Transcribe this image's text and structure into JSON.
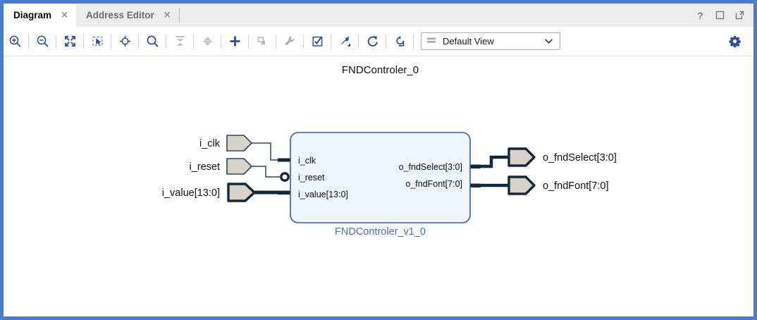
{
  "window": {
    "controls": [
      {
        "name": "help-button",
        "glyph": "?",
        "title": "Help"
      },
      {
        "name": "maximize-button",
        "glyph": "square",
        "title": "Maximize"
      },
      {
        "name": "float-button",
        "glyph": "float",
        "title": "Float"
      }
    ]
  },
  "tabs": [
    {
      "label": "Diagram",
      "active": true,
      "close": "×"
    },
    {
      "label": "Address Editor",
      "active": false,
      "close": "×"
    }
  ],
  "toolbar": {
    "buttons": [
      {
        "name": "zoom-in-icon",
        "title": "Zoom In",
        "enabled": true
      },
      {
        "name": "zoom-out-icon",
        "title": "Zoom Out",
        "enabled": true
      },
      {
        "name": "zoom-fit-icon",
        "title": "Fit Design",
        "enabled": true
      },
      {
        "name": "zoom-area-icon",
        "title": "Zoom Area",
        "enabled": true
      },
      {
        "name": "center-view-icon",
        "title": "Center View",
        "enabled": true
      },
      {
        "name": "search-icon",
        "title": "Search",
        "enabled": true
      },
      {
        "name": "collapse-all-icon",
        "title": "Collapse All",
        "enabled": false
      },
      {
        "name": "expand-all-icon",
        "title": "Expand All",
        "enabled": false
      },
      {
        "name": "add-ip-icon",
        "title": "Add IP",
        "enabled": true
      },
      {
        "name": "add-module-icon",
        "title": "Add Module",
        "enabled": false
      },
      {
        "name": "settings-wrench-icon",
        "title": "Customize Block",
        "enabled": false
      },
      {
        "name": "validate-icon",
        "title": "Validate Design",
        "enabled": true
      },
      {
        "name": "pin-icon",
        "title": "Pin Options",
        "enabled": true
      },
      {
        "name": "refresh-icon",
        "title": "Refresh Layout",
        "enabled": true
      },
      {
        "name": "regenerate-icon",
        "title": "Regenerate Layout",
        "enabled": true
      }
    ],
    "view_selector": {
      "label": "Default View",
      "icon": "layers-icon"
    },
    "settings": {
      "name": "gear-icon",
      "title": "Settings"
    }
  },
  "diagram": {
    "block": {
      "title": "FNDControler_0",
      "subtitle": "FNDControler_v1_0",
      "fill": "#eef3fc",
      "stroke": "#2f5fa8",
      "inputs": [
        {
          "label": "i_clk",
          "bus": false,
          "inverted": false
        },
        {
          "label": "i_reset",
          "bus": false,
          "inverted": true
        },
        {
          "label": "i_value[13:0]",
          "bus": true,
          "inverted": false
        }
      ],
      "outputs": [
        {
          "label": "o_fndSelect[3:0]",
          "bus": true
        },
        {
          "label": "o_fndFont[7:0]",
          "bus": true
        }
      ]
    },
    "external_ports": {
      "inputs": [
        {
          "label": "i_clk",
          "bus": false
        },
        {
          "label": "i_reset",
          "bus": false
        },
        {
          "label": "i_value[13:0]",
          "bus": true
        }
      ],
      "outputs": [
        {
          "label": "o_fndSelect[3:0]",
          "bus": true
        },
        {
          "label": "o_fndFont[7:0]",
          "bus": true
        }
      ]
    },
    "colors": {
      "port_fill": "#d9d2c8",
      "port_stroke_bus": "#14283c",
      "port_stroke_pin": "#2f4660",
      "wire": "#14283c",
      "block_fill": "#eef3fc",
      "block_stroke": "#2f5fa8",
      "subtitle": "#4a73ab"
    }
  }
}
